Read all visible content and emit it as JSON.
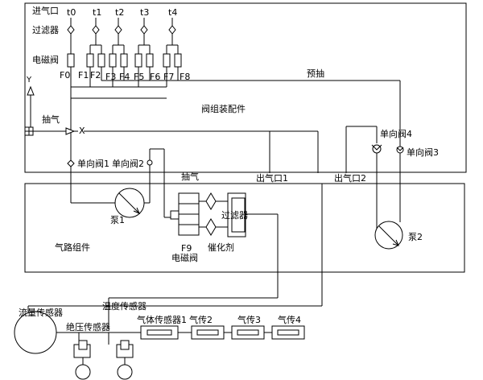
{
  "labels": {
    "inlet": "进气口",
    "filter_top": "过滤器",
    "solenoid_top": "电磁阀",
    "t0": "t0",
    "t1": "t1",
    "t2": "t2",
    "t3": "t3",
    "t4": "t4",
    "f0": "F0",
    "f1": "F1",
    "f2": "F2",
    "f3": "F3",
    "f4": "F4",
    "f5": "F5",
    "f6": "F6",
    "f7": "F7",
    "f8": "F8",
    "pre_pump": "预抽",
    "valve_assembly": "阀组装配件",
    "pump_gas": "抽气",
    "x_mark": "X",
    "y_mark": "Y",
    "check_valve_1": "单向阀1",
    "check_valve_2": "单向阀2",
    "check_valve_3": "单向阀3",
    "check_valve_4": "单向阀4",
    "pump_gas_2": "抽气",
    "outlet_1": "出气口1",
    "outlet_2": "出气口2",
    "pump_1": "泵1",
    "pump_2": "泵2",
    "filter_mid": "过滤器",
    "catalyst": "催化剂",
    "f9": "F9",
    "solenoid_mid": "电磁阀",
    "gas_path_assembly": "气路组件",
    "flow_sensor": "流量传感器",
    "temp_sensor": "温度传感器",
    "pressure_sensor": "绝压传感器",
    "gas_sensor_1": "气体传感器1",
    "gas_sensor_2": "气传2",
    "gas_sensor_3": "气传3",
    "gas_sensor_4": "气传4"
  }
}
